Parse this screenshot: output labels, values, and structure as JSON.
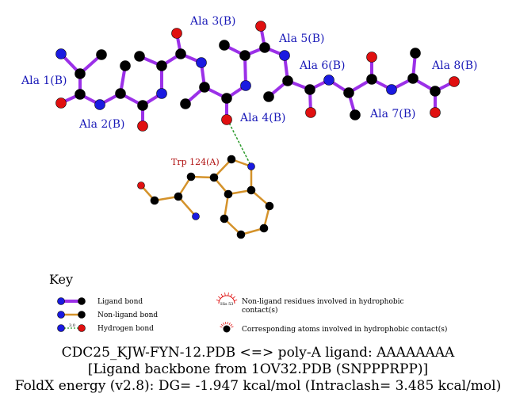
{
  "colors": {
    "ligand_bond": "#9b30e8",
    "nonligand_bond": "#d4922a",
    "hbond": "#2a9a2a",
    "carbon": "#000000",
    "nitrogen": "#1a1ae0",
    "oxygen": "#e01010",
    "residue_label": "#1a1ab8",
    "trp_label": "#b01010"
  },
  "residue_labels": [
    "Ala 1(B)",
    "Ala 2(B)",
    "Ala 3(B)",
    "Ala 4(B)",
    "Ala 5(B)",
    "Ala 6(B)",
    "Ala 7(B)",
    "Ala 8(B)"
  ],
  "nonligand_residue_label": "Trp 124(A)",
  "key": {
    "title": "Key",
    "ligand_bond": "Ligand bond",
    "nonligand_bond": "Non-ligand bond",
    "hydrogen_bond": "Hydrogen bond",
    "hbond_distance": "3.0",
    "hydrophobic_residues_line1": "Non-ligand residues involved in hydrophobic",
    "hydrophobic_residues_line2": "contact(s)",
    "hydrophobic_sample": "His 53",
    "hydrophobic_atoms": "Corresponding atoms involved in hydrophobic contact(s)"
  },
  "caption": {
    "line1": "CDC25_KJW-FYN-12.PDB <=> poly-A ligand: AAAAAAAA",
    "line2": "[Ligand backbone from 1OV32.PDB (SNPPPRPP)]",
    "line3": "FoldX energy (v2.8): DG= -1.947 kcal/mol (Intraclash= 3.485 kcal/mol)"
  }
}
